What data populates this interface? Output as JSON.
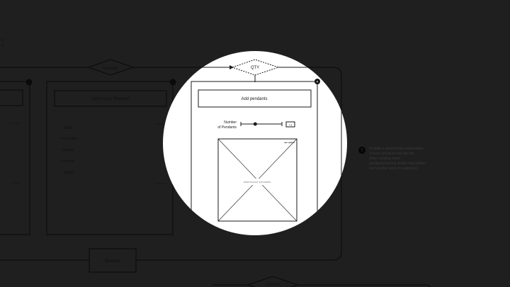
{
  "colors": {
    "background": "#1f1f1f",
    "dim_stroke": "#0a0a0a",
    "dim_text": "#111111",
    "spotlight": "#ffffff",
    "ink": "#1a1a1a",
    "note_text": "#3a3a3a"
  },
  "left_fragment": {
    "text1": "e",
    "text2": "s"
  },
  "flow": {
    "diamond_left_label": "Bracelet",
    "diamond_top_label": "QTY",
    "diamond_bottom_label": "Charms",
    "box_bottom_label": "Bracelet"
  },
  "panel_mid": {
    "header": "Select your Bracelet",
    "options": [
      "Cable",
      "Fine Holes",
      "Curbed",
      "Rondelle",
      "Snake"
    ],
    "side_label_a": "see option",
    "side_label_b": "see option"
  },
  "panel_left": {
    "side_label_a": "see option",
    "side_label_b": "see option"
  },
  "panel_main": {
    "header": "Add pendants",
    "slider_label_line1": "Number",
    "slider_label_line2": "of Pendants",
    "slider_value_box": "+1",
    "slider_level": 0.35,
    "image_tag": "see option",
    "image_caption": "add/remove pendants"
  },
  "annotation": {
    "badge": "?",
    "lines": [
      "Provide a more/further explanation",
      "of each structure and tips for",
      "when creating more",
      "pendants/charms and/or help further",
      "set how the need of customizer"
    ]
  }
}
